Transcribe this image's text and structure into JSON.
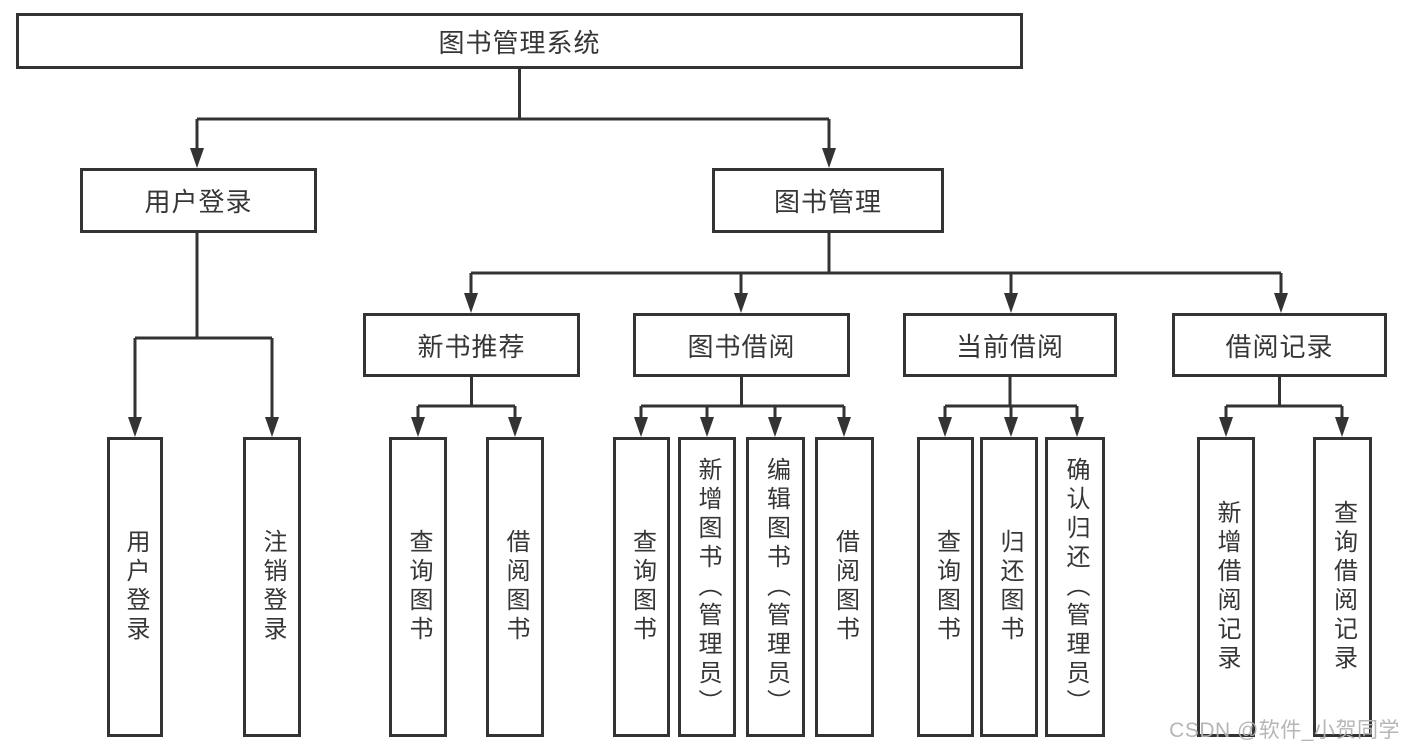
{
  "watermark": "CSDN @软件_小贺同学",
  "colors": {
    "line": "#333333",
    "text": "#363636",
    "box_background": "#ffffff",
    "watermark": "#b2b2b2"
  },
  "tree": {
    "root": {
      "label": "图书管理系统"
    },
    "branches": [
      {
        "label": "用户登录",
        "children": [
          {
            "label": "用户登录"
          },
          {
            "label": "注销登录"
          }
        ]
      },
      {
        "label": "图书管理",
        "children": [
          {
            "label": "新书推荐",
            "children": [
              {
                "label": "查询图书"
              },
              {
                "label": "借阅图书"
              }
            ]
          },
          {
            "label": "图书借阅",
            "children": [
              {
                "label": "查询图书"
              },
              {
                "label": "新增图书（管理员）"
              },
              {
                "label": "编辑图书（管理员）"
              },
              {
                "label": "借阅图书"
              }
            ]
          },
          {
            "label": "当前借阅",
            "children": [
              {
                "label": "查询图书"
              },
              {
                "label": "归还图书"
              },
              {
                "label": "确认归还（管理员）"
              }
            ]
          },
          {
            "label": "借阅记录",
            "children": [
              {
                "label": "新增借阅记录"
              },
              {
                "label": "查询借阅记录"
              }
            ]
          }
        ]
      }
    ]
  }
}
